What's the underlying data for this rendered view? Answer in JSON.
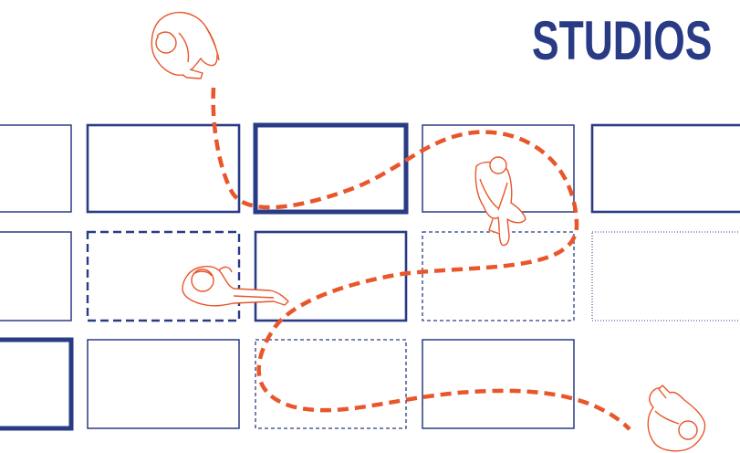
{
  "heading": {
    "title": "STUDIOS"
  },
  "colors": {
    "frame_navy": "#2a3b86",
    "path_orange": "#e8562a",
    "figure_orange": "#e8562a",
    "background": "#ffffff"
  },
  "frames": [
    {
      "row": 1,
      "col": 1,
      "style": "solid-thin"
    },
    {
      "row": 1,
      "col": 2,
      "style": "solid-medium"
    },
    {
      "row": 1,
      "col": 3,
      "style": "solid-thick"
    },
    {
      "row": 1,
      "col": 4,
      "style": "solid-thin"
    },
    {
      "row": 1,
      "col": 5,
      "style": "solid-medium"
    },
    {
      "row": 2,
      "col": 1,
      "style": "solid-thin"
    },
    {
      "row": 2,
      "col": 2,
      "style": "dashed-bold"
    },
    {
      "row": 2,
      "col": 3,
      "style": "solid-medium"
    },
    {
      "row": 2,
      "col": 4,
      "style": "dashed-thin"
    },
    {
      "row": 2,
      "col": 5,
      "style": "dotted-thin"
    },
    {
      "row": 3,
      "col": 1,
      "style": "solid-thick"
    },
    {
      "row": 3,
      "col": 2,
      "style": "solid-thin"
    },
    {
      "row": 3,
      "col": 3,
      "style": "dashed-thin"
    },
    {
      "row": 3,
      "col": 4,
      "style": "solid-thin"
    }
  ],
  "figures": [
    {
      "name": "walking-person-top-left",
      "pose": "walking"
    },
    {
      "name": "crouching-person-center",
      "pose": "crouching"
    },
    {
      "name": "sitting-person-middle-left",
      "pose": "sitting"
    },
    {
      "name": "walking-person-bottom-right",
      "pose": "walking"
    }
  ]
}
